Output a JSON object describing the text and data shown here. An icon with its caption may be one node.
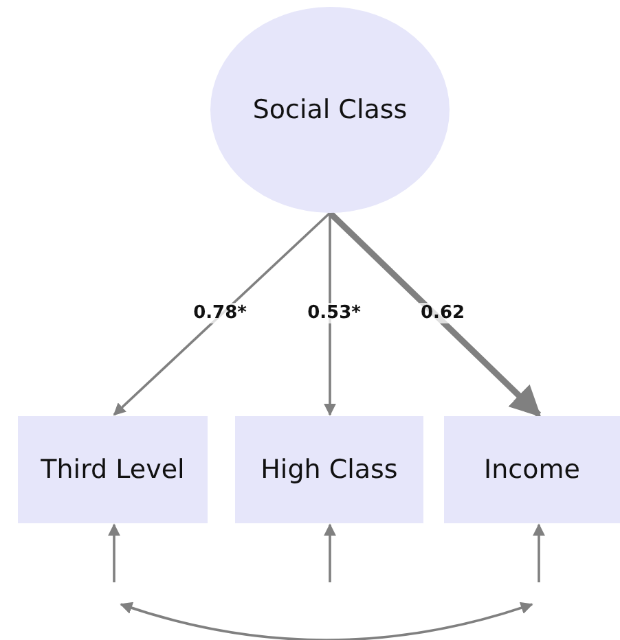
{
  "diagram": {
    "nodes": [
      {
        "text": [
          "Social Class"
        ]
      },
      {
        "text": [
          "Third Level"
        ]
      },
      {
        "text": [
          "High Class"
        ]
      },
      {
        "text": [
          "Income"
        ]
      }
    ],
    "edges": [
      {
        "from": 0,
        "to": 1,
        "arrow": "to",
        "label": "0.78*"
      },
      {
        "from": 0,
        "to": 2,
        "arrow": "to",
        "label": "0.53*"
      },
      {
        "from": 0,
        "to": 3,
        "arrow": "to",
        "label": "0.62",
        "style": "thick"
      },
      {
        "from": null,
        "to": 1,
        "arrow": "to"
      },
      {
        "from": null,
        "to": 2,
        "arrow": "to"
      },
      {
        "from": null,
        "to": 3,
        "arrow": "to"
      },
      {
        "from": 1,
        "to": 3,
        "arrow": "both"
      }
    ]
  }
}
